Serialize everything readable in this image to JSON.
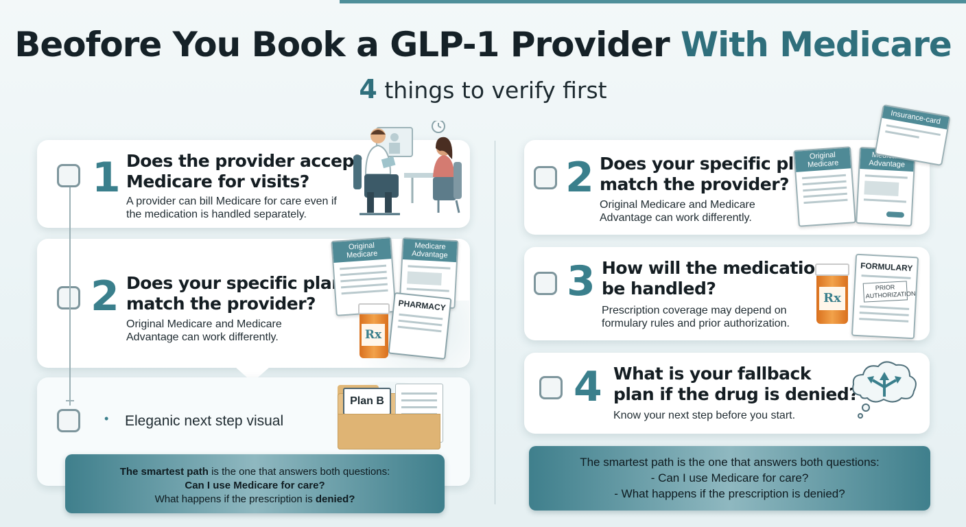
{
  "header": {
    "title_main": "Beofore You Book a GLP-1 Provider",
    "title_accent": "With Medicare",
    "subtitle_num": "4",
    "subtitle_text": "things to verify first"
  },
  "left": {
    "card1": {
      "number": "1",
      "heading_line1": "Does the provider accept",
      "heading_line2": "Medicare for visits?",
      "body_line1": "A provider can bill Medicare for care even if",
      "body_line2": "the medication is handled separately."
    },
    "card2": {
      "number": "2",
      "heading_line1": "Does your specific plan",
      "heading_line2": "match the provider?",
      "body_line1": "Original Medicare and Medicare",
      "body_line2": "Advantage can work differently.",
      "doc_left": "Original Medicare",
      "doc_right": "Medicare Advantage",
      "doc_pharmacy": "PHARMACY",
      "rx": "Rx"
    },
    "card3": {
      "bullet": "•",
      "text": "Eleganic next step visual",
      "folder_label": "Plan B"
    },
    "footer": {
      "line1_bold": "The smartest path",
      "line1_rest": "is the one that answers both questions:",
      "line2": "Can I use Medicare for care?",
      "line3_rest": "What happens if the prescription is",
      "line3_bold": "denied?"
    }
  },
  "right": {
    "card2": {
      "number": "2",
      "heading_line1": "Does your specific plan",
      "heading_line2": "match the provider?",
      "body_line1": "Original Medicare and Medicare",
      "body_line2": "Advantage can work differently.",
      "doc_left": "Original Medicare",
      "doc_right": "Medicare Advantage",
      "card_label": "Insurance-card"
    },
    "card3": {
      "number": "3",
      "heading_line1": "How will the medication",
      "heading_line2": "be handled?",
      "body_line1": "Prescription coverage may depend on",
      "body_line2": "formulary rules and prior authorization.",
      "doc_title": "FORMULARY",
      "doc_stamp": "PRIOR AUTHORIZATION",
      "rx": "Rx"
    },
    "card4": {
      "number": "4",
      "heading_line1": "What is your fallback",
      "heading_line2": "plan if the drug is denied?",
      "body_line1": "Know your next step before you start."
    },
    "footer": {
      "line1": "The smartest path is the one that answers both questions:",
      "line2": "- Can I use Medicare for care?",
      "line3": "- What happens if the prescription is denied?"
    }
  },
  "colors": {
    "accent": "#2f6f7c",
    "number": "#3a7f8c",
    "footer_gradient": "#3f7f8c"
  }
}
